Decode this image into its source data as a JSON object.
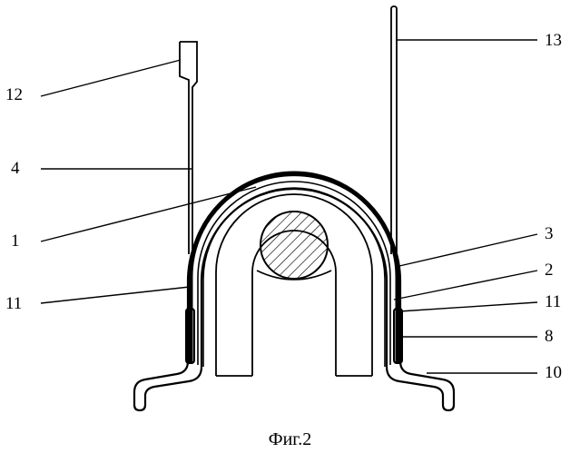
{
  "labels": {
    "l12": "12",
    "l4": "4",
    "l1": "1",
    "l11_left": "11",
    "l13": "13",
    "l3": "3",
    "l2": "2",
    "l11_right": "11",
    "l8": "8",
    "l10": "10"
  },
  "caption": "Фиг.2",
  "colors": {
    "ink": "#000000",
    "paper": "#ffffff"
  }
}
